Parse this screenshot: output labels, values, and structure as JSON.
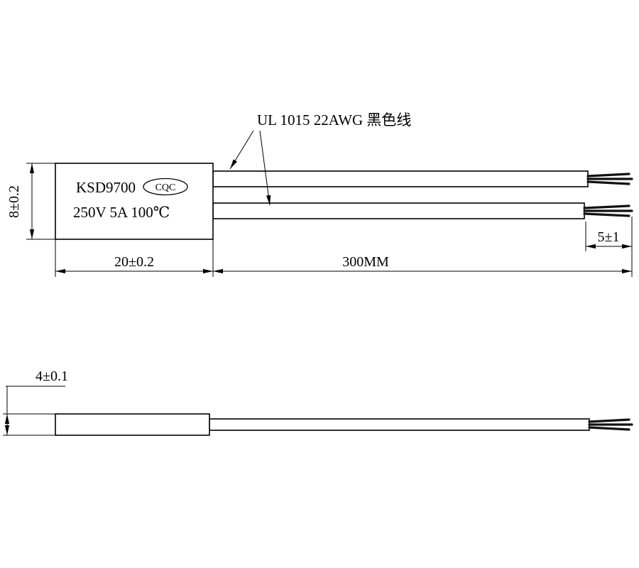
{
  "page": {
    "background_color": "#ffffff",
    "line_color": "#000000"
  },
  "wire_callout": {
    "label": "UL 1015 22AWG 黑色线"
  },
  "component": {
    "model": "KSD9700",
    "certification": "CQC",
    "rating": "250V 5A 100℃"
  },
  "dimensions": {
    "body_height": "8±0.2",
    "body_width": "20±0.2",
    "wire_length": "300MM",
    "strip_length": "5±1",
    "body_thickness": "4±0.1"
  }
}
